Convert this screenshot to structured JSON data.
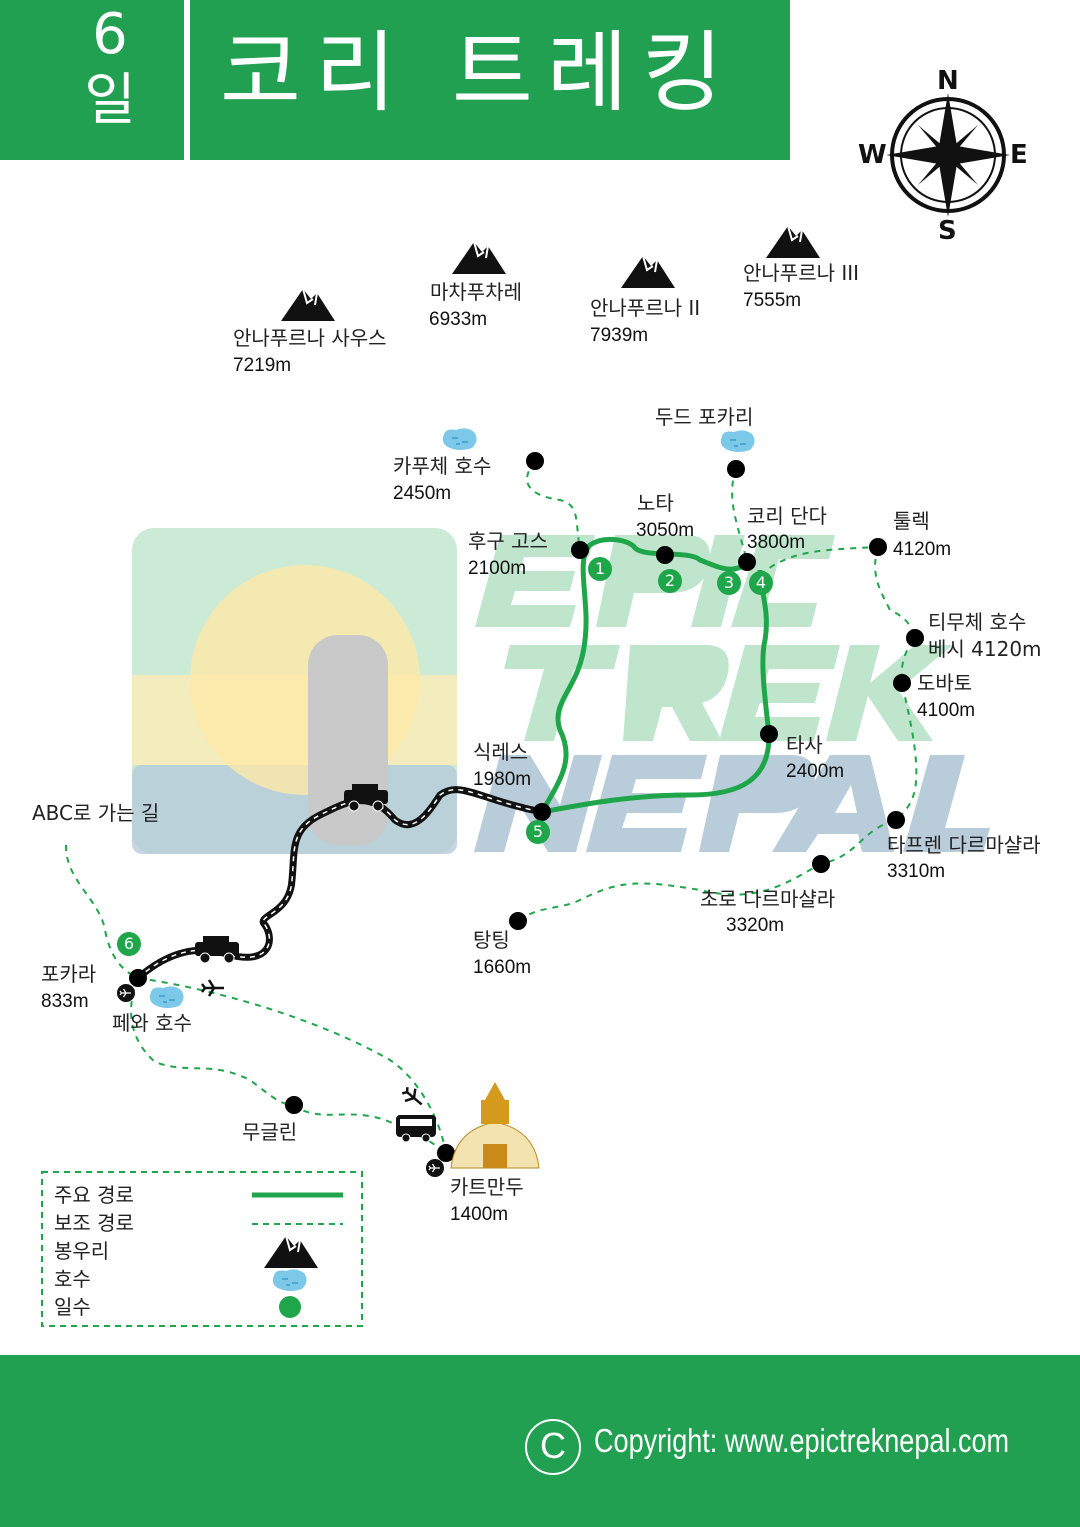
{
  "header": {
    "days_number": "6",
    "days_unit": "일",
    "title": "코리 트레킹"
  },
  "compass": {
    "n": "N",
    "e": "E",
    "s": "S",
    "w": "W"
  },
  "watermark": {
    "line1": "EPIC",
    "line2": "TREK",
    "line3": "NEPAL"
  },
  "peaks": [
    {
      "name": "안나푸르나 사우스",
      "alt": "7219m"
    },
    {
      "name": "마차푸차레",
      "alt": "6933m"
    },
    {
      "name": "안나푸르나 II",
      "alt": "7939m"
    },
    {
      "name": "안나푸르나 III",
      "alt": "7555m"
    }
  ],
  "places": {
    "kapuche": {
      "name": "카푸체 호수",
      "alt": "2450m"
    },
    "dudh": {
      "name": "두드 포카리"
    },
    "nota": {
      "name": "노타",
      "alt": "3050m"
    },
    "hugu": {
      "name": "후구 고스",
      "alt": "2100m"
    },
    "khori": {
      "name": "코리 단다",
      "alt": "3800m"
    },
    "tulek": {
      "name": "툴렉",
      "alt": "4120m"
    },
    "timuche": {
      "name": "티무체 호수",
      "alt": "베시 4120m"
    },
    "dobato": {
      "name": "도바토",
      "alt": "4100m"
    },
    "tasa": {
      "name": "타사",
      "alt": "2400m"
    },
    "sikles": {
      "name": "식레스",
      "alt": "1980m"
    },
    "taprem": {
      "name": "타프렌 다르마샬라",
      "alt": "3310m"
    },
    "choro": {
      "name": "초로 다르마샬라",
      "alt": "3320m"
    },
    "tangting": {
      "name": "탕팅",
      "alt": "1660m"
    },
    "pokhara": {
      "name": "포카라",
      "alt": "833m"
    },
    "phewa": {
      "name": "페와 호수"
    },
    "mugling": {
      "name": "무글린"
    },
    "kathmandu": {
      "name": "카트만두",
      "alt": "1400m"
    },
    "abc": {
      "name": "ABC로 가는 길"
    }
  },
  "day_markers": [
    "1",
    "2",
    "3",
    "4",
    "5",
    "6"
  ],
  "legend": {
    "main_route": "주요 경로",
    "alt_route": "보조 경로",
    "peak": "봉우리",
    "lake": "호수",
    "days": "일수"
  },
  "footer": {
    "copyright_symbol": "C",
    "copyright": "Copyright: www.epictreknepal.com"
  },
  "colors": {
    "green": "#21a052",
    "route": "#1fa64a",
    "lake": "#7cc8e8"
  }
}
